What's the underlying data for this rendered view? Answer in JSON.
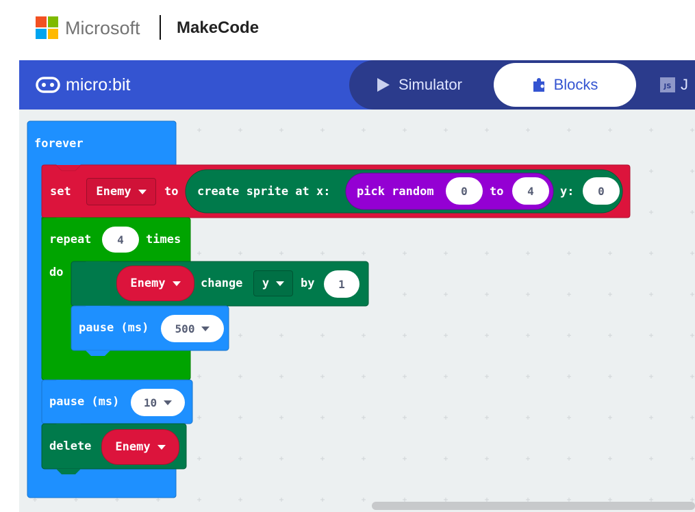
{
  "brand": {
    "microsoft": "Microsoft",
    "product": "MakeCode"
  },
  "header": {
    "logo_text": "micro:bit"
  },
  "tabs": {
    "simulator": "Simulator",
    "blocks": "Blocks",
    "js_badge": "JS",
    "js_partial": "J"
  },
  "colors": {
    "accent": "#3454d1",
    "loops": "#00a400",
    "events": "#1e90ff",
    "variables": "#dc143c",
    "game": "#007a4b",
    "math": "#9400d3"
  },
  "icons": [
    "microsoft-logo",
    "microbit-logo-icon",
    "play-icon",
    "puzzle-piece-icon",
    "javascript-icon",
    "dropdown-caret-icon"
  ],
  "blocks": {
    "forever": "forever",
    "set": {
      "keyword": "set",
      "variable": "Enemy",
      "to": "to"
    },
    "create_sprite": {
      "label": "create sprite at x:",
      "y_label": "y:",
      "y_value": "0"
    },
    "pick_random": {
      "label": "pick random",
      "from": "0",
      "to": "to",
      "to_value": "4"
    },
    "repeat": {
      "label": "repeat",
      "count": "4",
      "times": "times",
      "do": "do"
    },
    "change": {
      "variable": "Enemy",
      "label": "change",
      "property": "y",
      "by": "by",
      "amount": "1"
    },
    "pause_inner": {
      "label": "pause (ms)",
      "value": "500"
    },
    "pause_outer": {
      "label": "pause (ms)",
      "value": "10"
    },
    "delete": {
      "label": "delete",
      "variable": "Enemy"
    }
  }
}
